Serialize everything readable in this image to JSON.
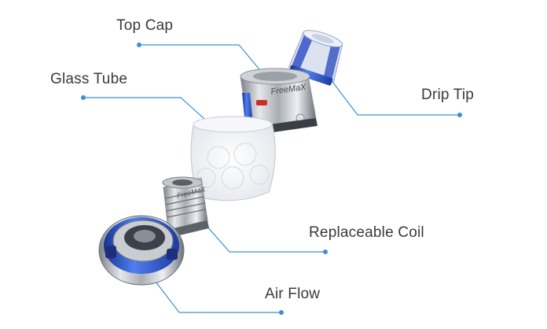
{
  "labels": {
    "top_cap": "Top Cap",
    "glass_tube": "Glass Tube",
    "drip_tip": "Drip Tip",
    "replaceable_coil": "Replaceable Coil",
    "air_flow": "Air Flow"
  },
  "brand": {
    "name": "FreeMaX"
  },
  "colors": {
    "leader": "#3c8fd4",
    "blue_ring": "#2f5fd8",
    "steel": "#b9bcc2",
    "label_text": "#3a3a3a"
  }
}
